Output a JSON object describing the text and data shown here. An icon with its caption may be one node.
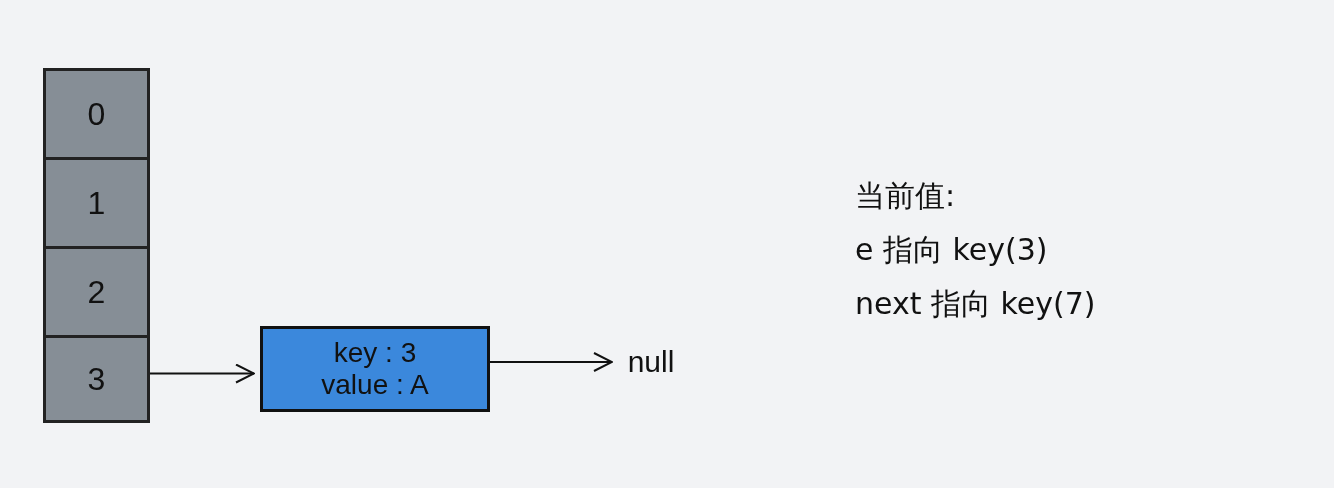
{
  "diagram": {
    "nodes": [
      {
        "text": [
          "0"
        ]
      },
      {
        "text": [
          "1"
        ]
      },
      {
        "text": [
          "2"
        ]
      },
      {
        "text": [
          "3"
        ]
      },
      {
        "text": [
          "key : 3",
          "value : A"
        ]
      },
      {
        "text": [
          "null"
        ]
      }
    ],
    "edges": [
      {
        "from": 3,
        "to": 4,
        "arrow": "to"
      },
      {
        "from": 4,
        "to": 5,
        "arrow": "to"
      }
    ],
    "labels": [
      "当前值:",
      "e 指向 key(3)",
      "next 指向 key(7)"
    ]
  }
}
